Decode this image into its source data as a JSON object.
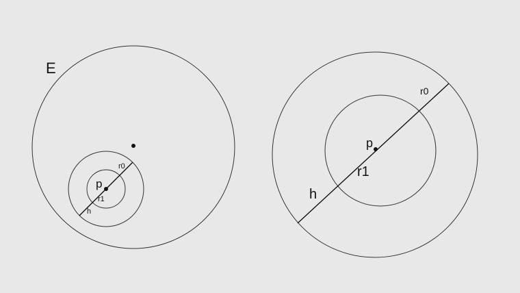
{
  "labels": {
    "outer_circle": "E",
    "point": "p",
    "outer_radius": "r0",
    "inner_radius": "r1",
    "height": "h"
  }
}
